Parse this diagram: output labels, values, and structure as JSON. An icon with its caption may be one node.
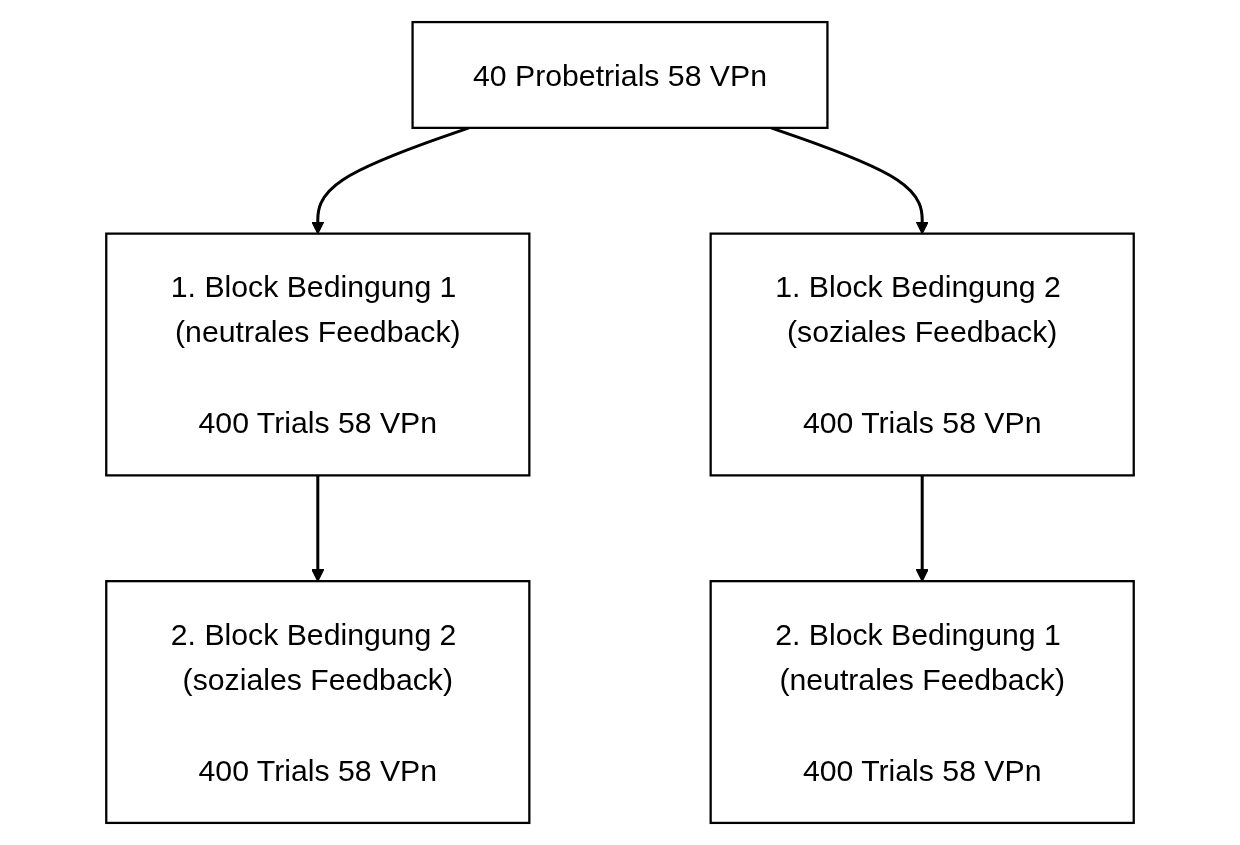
{
  "diagram": {
    "nodes": [
      {
        "text": [
          "40 Probetrials 58 VPn"
        ]
      },
      {
        "text": [
          "1. Block Bedingung 1 (neutrales Feedback)",
          "400 Trials 58 VPn"
        ]
      },
      {
        "text": [
          "1. Block Bedingung 2 (soziales Feedback)",
          "400 Trials 58 VPn"
        ]
      },
      {
        "text": [
          "2. Block Bedingung 2 (soziales Feedback)",
          "400 Trials 58 VPn"
        ]
      },
      {
        "text": [
          "2. Block Bedingung 1 (neutrales Feedback)",
          "400 Trials 58 VPn"
        ]
      }
    ],
    "edges": [
      {
        "from": 0,
        "to": 1,
        "arrow": "to"
      },
      {
        "from": 0,
        "to": 2,
        "arrow": "to"
      },
      {
        "from": 1,
        "to": 3,
        "arrow": "to"
      },
      {
        "from": 2,
        "to": 4,
        "arrow": "to"
      }
    ]
  }
}
